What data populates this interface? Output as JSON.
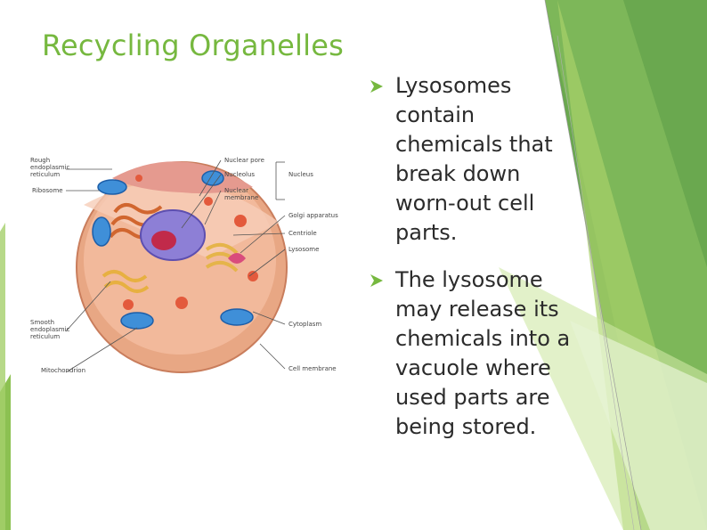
{
  "slide": {
    "title": "Recycling Organelles",
    "accent_color": "#76b83f",
    "bullets": [
      {
        "text": "Lysosomes contain chemicals that break down worn-out cell parts."
      },
      {
        "text": "The lysosome may release its chemicals into a vacuole where used parts are being stored."
      }
    ],
    "bullet_icon": "diamond-arrow-icon"
  },
  "diagram": {
    "labels": {
      "rough_er": [
        "Rough",
        "endoplasmic",
        "reticulum"
      ],
      "ribosome": "Ribosome",
      "smooth_er": [
        "Smooth",
        "endoplasmic",
        "reticulum"
      ],
      "mitochondrion": "Mitochondrion",
      "nuclear_pore": "Nuclear pore",
      "nucleolus": "Nucleolus",
      "nuclear_membrane": [
        "Nuclear",
        "membrane"
      ],
      "nucleus": "Nucleus",
      "golgi": "Golgi apparatus",
      "centriole": "Centriole",
      "lysosome": "Lysosome",
      "cytoplasm": "Cytoplasm",
      "cell_membrane": "Cell membrane"
    }
  }
}
